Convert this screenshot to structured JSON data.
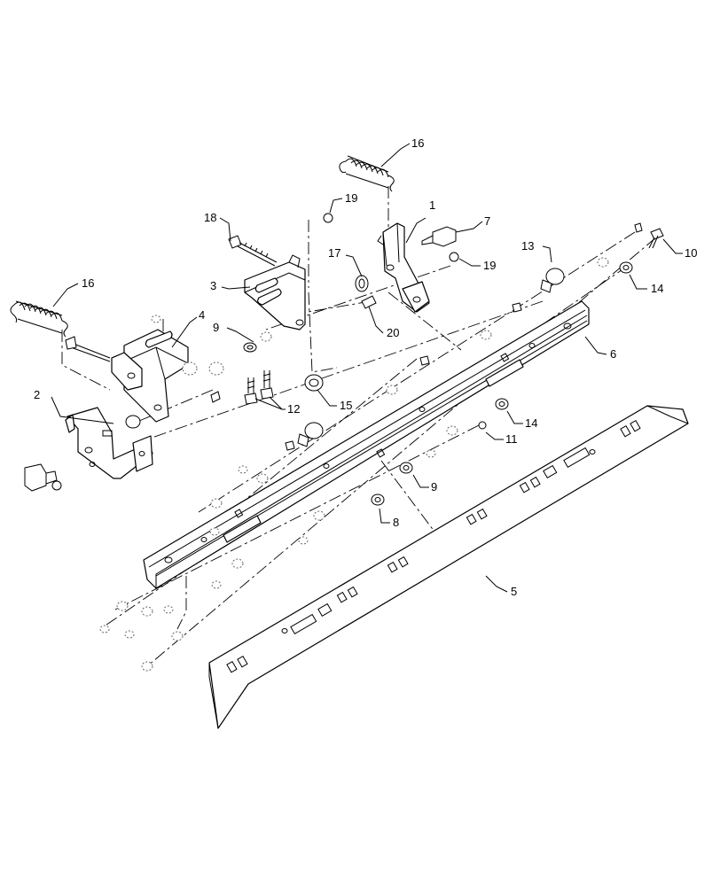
{
  "callouts": [
    {
      "id": "c1",
      "label": "1"
    },
    {
      "id": "c2",
      "label": "2"
    },
    {
      "id": "c3",
      "label": "3"
    },
    {
      "id": "c4",
      "label": "4"
    },
    {
      "id": "c5",
      "label": "5"
    },
    {
      "id": "c6",
      "label": "6"
    },
    {
      "id": "c7",
      "label": "7"
    },
    {
      "id": "c8",
      "label": "8"
    },
    {
      "id": "c9a",
      "label": "9"
    },
    {
      "id": "c9b",
      "label": "9"
    },
    {
      "id": "c10",
      "label": "10"
    },
    {
      "id": "c11",
      "label": "11"
    },
    {
      "id": "c12",
      "label": "12"
    },
    {
      "id": "c13",
      "label": "13"
    },
    {
      "id": "c14a",
      "label": "14"
    },
    {
      "id": "c14b",
      "label": "14"
    },
    {
      "id": "c15",
      "label": "15"
    },
    {
      "id": "c16a",
      "label": "16"
    },
    {
      "id": "c16b",
      "label": "16"
    },
    {
      "id": "c17",
      "label": "17"
    },
    {
      "id": "c18",
      "label": "18"
    },
    {
      "id": "c19a",
      "label": "19"
    },
    {
      "id": "c19b",
      "label": "19"
    },
    {
      "id": "c20",
      "label": "20"
    }
  ]
}
